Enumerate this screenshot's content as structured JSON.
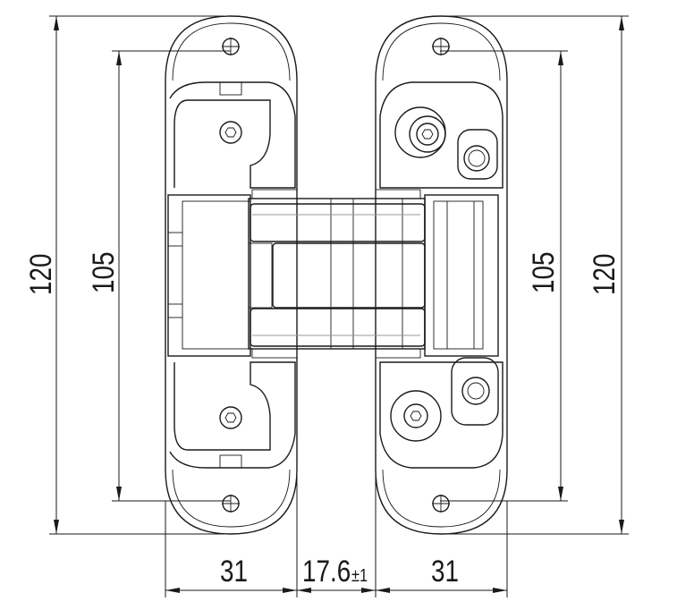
{
  "drawing": {
    "dimensions": {
      "left_outer_height": "120",
      "left_inner_height": "105",
      "right_inner_height": "105",
      "right_outer_height": "120",
      "left_leaf_width": "31",
      "gap_width": "17.6",
      "gap_tolerance": "±1",
      "right_leaf_width": "31"
    }
  }
}
